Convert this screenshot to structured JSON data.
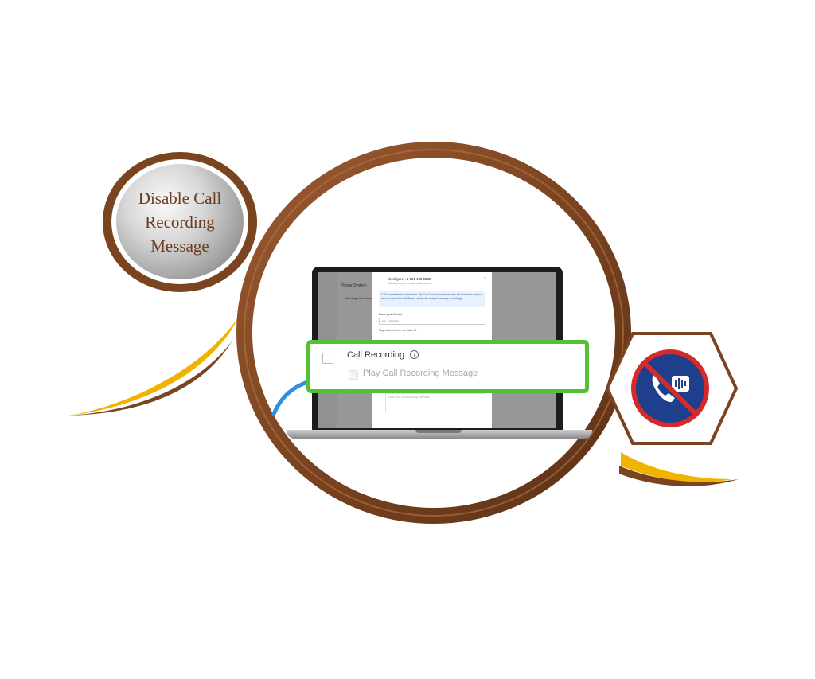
{
  "badge": {
    "title_lines": [
      "Disable Call",
      "Recording",
      "Message"
    ]
  },
  "modal": {
    "title": "Configure +1 951 405 5530",
    "subtitle": "Configure your number preferences",
    "info": "Call Connect feature is enabled. The Call Connect feature requires the receiver to press a key to connect the call. Please update the whisper message accordingly.",
    "name_label": "Name your Number",
    "name_value": "951 405 5530",
    "callerid_label": "Play called number as Caller ID",
    "textarea_placeholder": "Enter your call recording message"
  },
  "app": {
    "header": "Phone System",
    "card": "Message Numbers"
  },
  "zoom": {
    "call_recording_label": "Call Recording",
    "call_recording_checked": false,
    "info_icon": "info-icon",
    "play_message_label": "Play Call Recording Message",
    "play_message_checked": false,
    "input_placeholder": "Enter your call recording message"
  },
  "icons": [
    "arrow-icon",
    "no-call-recording-icon"
  ],
  "colors": {
    "frame_brown": "#7a4421",
    "highlight_green": "#52c234",
    "accent_gold": "#f0b400",
    "arrow_blue": "#2f8fe0",
    "prohibit_red": "#d42a2a",
    "icon_navy": "#1f3e8c"
  }
}
